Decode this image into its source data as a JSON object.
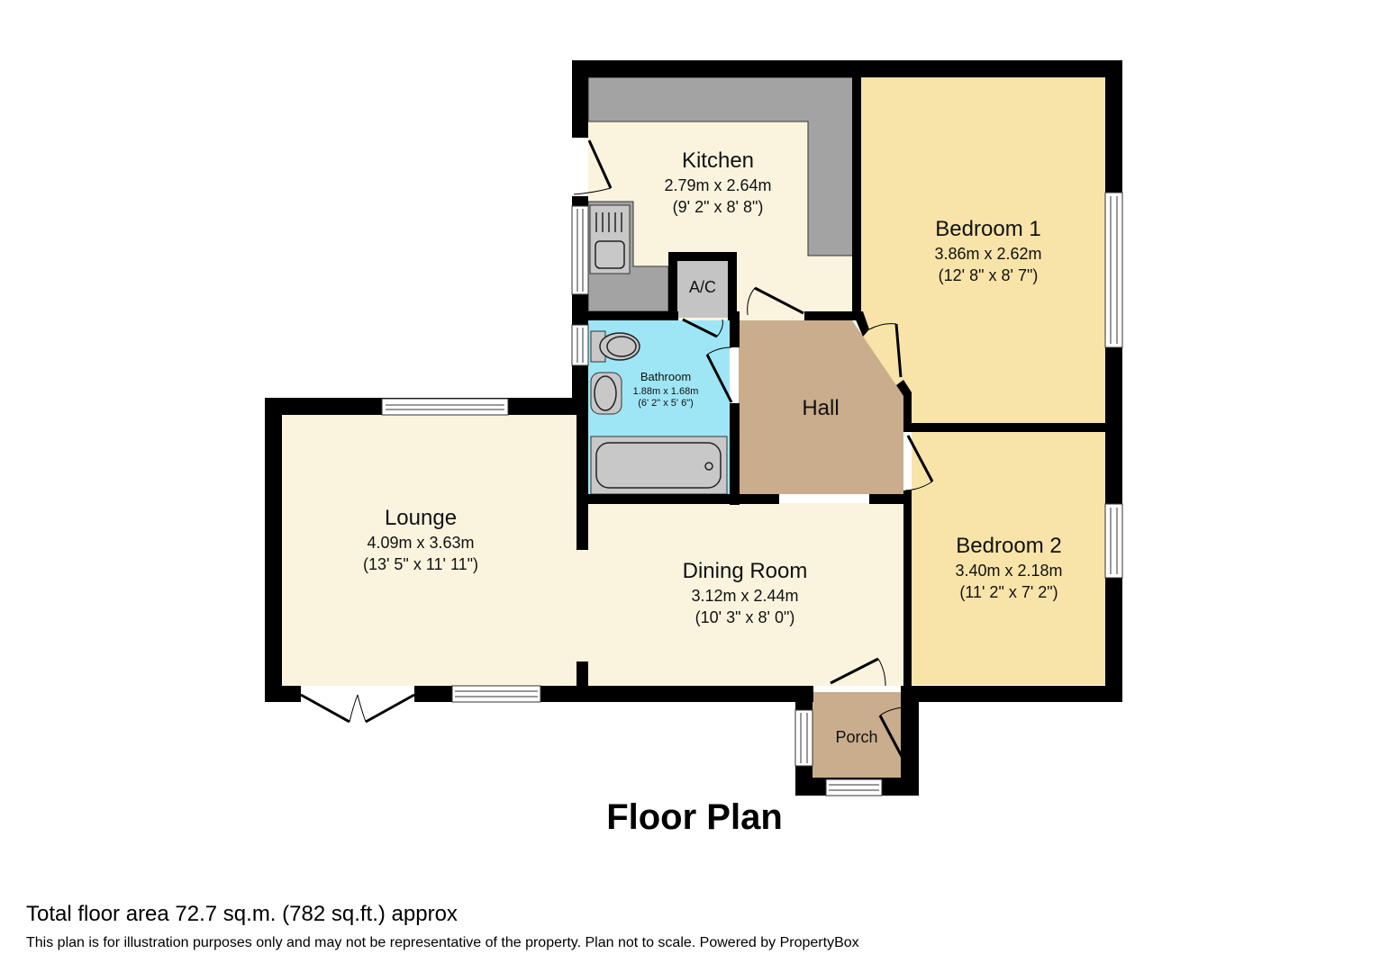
{
  "title": "Floor Plan",
  "footer": {
    "total_area": "Total floor area 72.7 sq.m. (782 sq.ft.) approx",
    "disclaimer": "This plan is for illustration purposes only and may not be representative of the property. Plan not to scale. Powered by PropertyBox"
  },
  "colors": {
    "wall": "#000000",
    "kitchen": "#faf4df",
    "counter": "#a3a3a3",
    "bedroom": "#f8e4a8",
    "bathroom": "#9ee6f6",
    "hall": "#c9ad8c",
    "lounge": "#faf4df",
    "dining": "#faf4df",
    "porch": "#c9ad8c",
    "fixture": "#c8c8c8"
  },
  "rooms": [
    {
      "id": "kitchen",
      "name": "Kitchen",
      "metric": "2.79m x 2.64m",
      "imperial": "(9' 2\" x 8' 8\")"
    },
    {
      "id": "bedroom1",
      "name": "Bedroom 1",
      "metric": "3.86m x 2.62m",
      "imperial": "(12' 8\" x 8' 7\")"
    },
    {
      "id": "bathroom",
      "name": "Bathroom",
      "metric": "1.88m x 1.68m",
      "imperial": "(6' 2\" x 5' 6\")"
    },
    {
      "id": "hall",
      "name": "Hall",
      "metric": "",
      "imperial": ""
    },
    {
      "id": "lounge",
      "name": "Lounge",
      "metric": "4.09m x 3.63m",
      "imperial": "(13' 5\" x 11' 11\")"
    },
    {
      "id": "dining",
      "name": "Dining Room",
      "metric": "3.12m x 2.44m",
      "imperial": "(10' 3\" x 8' 0\")"
    },
    {
      "id": "bedroom2",
      "name": "Bedroom 2",
      "metric": "3.40m x 2.18m",
      "imperial": "(11' 2\" x 7' 2\")"
    },
    {
      "id": "porch",
      "name": "Porch",
      "metric": "",
      "imperial": ""
    },
    {
      "id": "ac",
      "name": "A/C",
      "metric": "",
      "imperial": ""
    }
  ]
}
